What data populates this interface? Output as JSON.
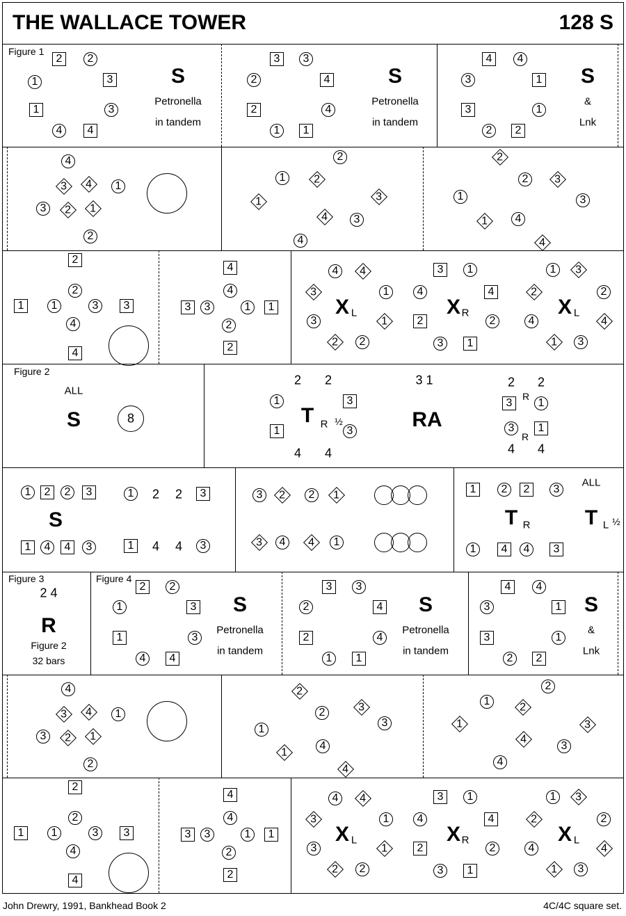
{
  "title": "THE WALLACE TOWER",
  "code": "128 S",
  "footer": {
    "left": "John Drewry, 1991, Bankhead Book 2",
    "right": "4C/4C  square set."
  },
  "labels": {
    "figure1": "Figure 1",
    "figure2": "Figure 2",
    "figure3": "Figure 3",
    "figure4": "Figure 4",
    "S": "S",
    "petronella": "Petronella",
    "in_tandem": "in tandem",
    "amp": "&",
    "lnk": "Lnk",
    "X": "X",
    "L": "L",
    "R": "R",
    "T": "T",
    "RA": "RA",
    "ALL": "ALL",
    "eight": "8",
    "half": "½",
    "two": "2",
    "four": "4",
    "three_one": "3 1",
    "two_four": "2 4",
    "figure2_ref": "Figure 2",
    "bars": "32 bars"
  },
  "dancers": {
    "r1a": [
      "2",
      "2",
      "1",
      "3",
      "1",
      "3",
      "4",
      "4"
    ],
    "r1b": [
      "3",
      "3",
      "2",
      "4",
      "2",
      "4",
      "1",
      "1"
    ],
    "r1c": [
      "4",
      "4",
      "3",
      "1",
      "3",
      "1",
      "2",
      "2"
    ],
    "r2a": [
      "4",
      "3",
      "4",
      "1",
      "3",
      "2",
      "1",
      "2"
    ],
    "r2b": [
      "1",
      "1",
      "2",
      "2",
      "3",
      "3",
      "4",
      "4"
    ],
    "r2c": [
      "2",
      "2",
      "1",
      "1",
      "3",
      "3",
      "4",
      "4"
    ],
    "r3a": [
      "2",
      "2",
      "1",
      "1",
      "3",
      "3",
      "4",
      "4"
    ],
    "r3b": [
      "4",
      "4",
      "3",
      "3",
      "1",
      "1",
      "2",
      "2"
    ],
    "r3c": [
      "3",
      "4",
      "4",
      "1",
      "3",
      "2",
      "2",
      "1"
    ],
    "r3d": [
      "3",
      "1",
      "4",
      "4",
      "2",
      "2",
      "3",
      "1"
    ],
    "r3e": [
      "2",
      "1",
      "3",
      "2",
      "4",
      "1",
      "3",
      "4"
    ],
    "r4": [
      "1",
      "3",
      "1",
      "3",
      "3",
      "1",
      "3",
      "1"
    ],
    "r5a": [
      "1",
      "2",
      "2",
      "3",
      "1",
      "4",
      "4",
      "3",
      "1",
      "3",
      "1",
      "3"
    ],
    "r5b": [
      "3",
      "2",
      "2",
      "1",
      "3",
      "4",
      "4",
      "1"
    ],
    "r5c": [
      "1",
      "2",
      "2",
      "3",
      "1",
      "4",
      "4",
      "3"
    ],
    "r6a": [
      "2",
      "2",
      "1",
      "3",
      "1",
      "3",
      "4",
      "4"
    ],
    "r6b": [
      "3",
      "3",
      "2",
      "4",
      "2",
      "4",
      "1",
      "1"
    ],
    "r6c": [
      "4",
      "4",
      "3",
      "1",
      "3",
      "1",
      "2",
      "2"
    ],
    "r7a": [
      "4",
      "3",
      "4",
      "1",
      "3",
      "2",
      "1",
      "2"
    ],
    "r7b": [
      "1",
      "2",
      "2",
      "1",
      "3",
      "3",
      "4",
      "4"
    ],
    "r7c": [
      "1",
      "1",
      "2",
      "2",
      "3",
      "3",
      "4",
      "4"
    ],
    "r8a": [
      "2",
      "2",
      "1",
      "1",
      "3",
      "3",
      "4",
      "4"
    ],
    "r8b": [
      "4",
      "4",
      "3",
      "3",
      "1",
      "1",
      "2",
      "2"
    ],
    "r8c": [
      "3",
      "4",
      "4",
      "1",
      "3",
      "2",
      "2",
      "1"
    ],
    "r8d": [
      "3",
      "1",
      "4",
      "4",
      "2",
      "2",
      "3",
      "1"
    ],
    "r8e": [
      "2",
      "1",
      "3",
      "2",
      "4",
      "1",
      "3",
      "4"
    ]
  }
}
